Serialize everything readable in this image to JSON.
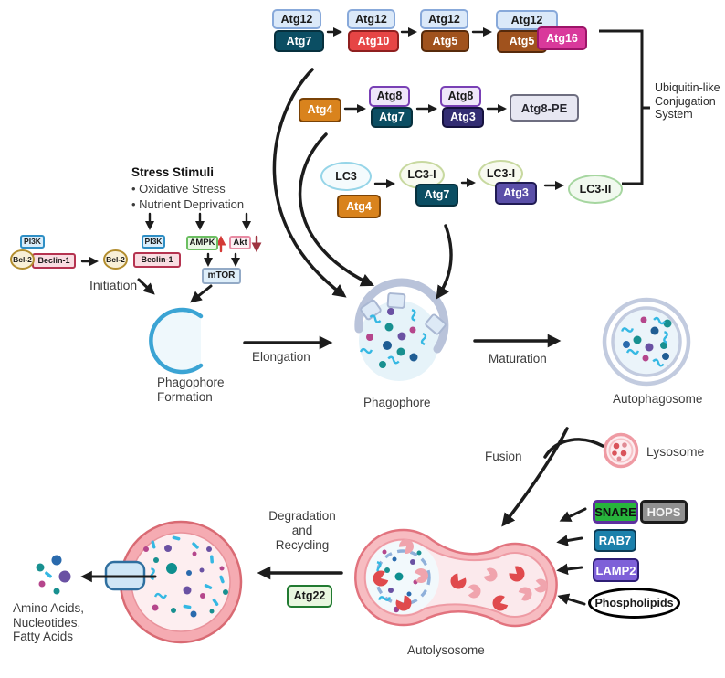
{
  "nodes": {
    "atg12": "Atg12",
    "atg7": "Atg7",
    "atg10": "Atg10",
    "atg5": "Atg5",
    "atg16": "Atg16",
    "atg4": "Atg4",
    "atg8": "Atg8",
    "atg3": "Atg3",
    "atg8_pe": "Atg8-PE",
    "lc3": "LC3",
    "lc3_i": "LC3-I",
    "lc3_ii": "LC3-II",
    "pi3k": "PI3K",
    "bcl2": "Bcl-2",
    "beclin1": "Beclin-1",
    "ampk": "AMPK",
    "akt": "Akt",
    "mtor": "mTOR",
    "snare": "SNARE",
    "hops": "HOPS",
    "rab7": "RAB7",
    "lamp2": "LAMP2",
    "phospholipids": "Phospholipids",
    "atg22": "Atg22"
  },
  "labels": {
    "bracket_1": "Ubiquitin-like",
    "bracket_2": "Conjugation",
    "bracket_3": "System",
    "stress_title": "Stress Stimuli",
    "stress_item_1": "• Oxidative Stress",
    "stress_item_2": "• Nutrient Deprivation",
    "initiation": "Initiation",
    "phagophore_formation_1": "Phagophore",
    "phagophore_formation_2": "Formation",
    "elongation": "Elongation",
    "phagophore": "Phagophore",
    "maturation": "Maturation",
    "autophagosome": "Autophagosome",
    "fusion": "Fusion",
    "lysosome": "Lysosome",
    "autolysosome": "Autolysosome",
    "degradation_1": "Degradation",
    "degradation_2": "and",
    "degradation_3": "Recycling",
    "products_1": "Amino Acids,",
    "products_2": "Nucleotides,",
    "products_3": "Fatty Acids"
  },
  "colors": {
    "atg12_fill": "#dbe9f9",
    "atg7_fill": "#0b4e63",
    "atg10_fill": "#e64545",
    "atg5_fill": "#a0521d",
    "atg16_fill": "#d9399b",
    "atg4_fill": "#d9831d",
    "atg8_border": "#7940b5",
    "atg3_navy_fill": "#332d73",
    "atg3_purple_fill": "#5a4fa8",
    "lc3_border": "#96d5e8",
    "lc3i_border": "#c8d9a0",
    "lc3ii_border": "#a6d6a0",
    "snare_fill": "#27b43c",
    "hops_fill": "#909090",
    "rab7_fill": "#1b80ab",
    "lamp2_fill": "#7e60d8",
    "atg22_border": "#217a31",
    "membrane_pink": "#f7bcc1",
    "membrane_blue": "#b9c3da",
    "phagophore_arc_blue": "#3ba4d4",
    "arrow_black": "#1c1c1c",
    "up_arrow_red": "#d43a36",
    "down_arrow_dark_red": "#9e3340"
  }
}
